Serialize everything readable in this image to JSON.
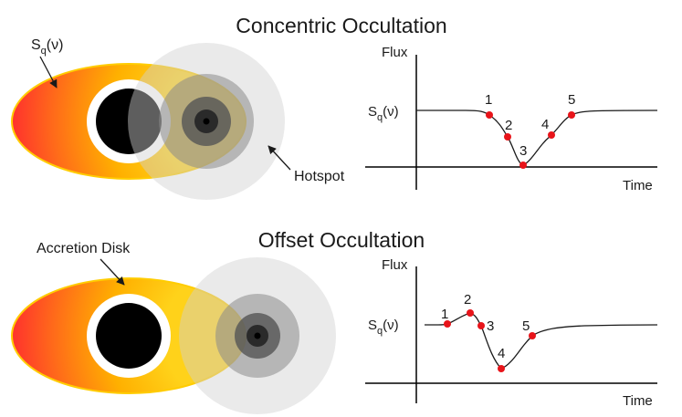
{
  "top": {
    "title": "Concentric Occultation",
    "source_label_main": "S",
    "source_label_sub": "q",
    "source_label_paren": "(ν)",
    "hotspot_label": "Hotspot",
    "plot": {
      "y_axis_label": "Flux",
      "x_axis_label": "Time",
      "level_label_main": "S",
      "level_label_sub": "q",
      "level_label_paren": "(ν)",
      "points": [
        "1",
        "2",
        "3",
        "4",
        "5"
      ]
    }
  },
  "bottom": {
    "title": "Offset Occultation",
    "disk_label": "Accretion Disk",
    "plot": {
      "y_axis_label": "Flux",
      "x_axis_label": "Time",
      "level_label_main": "S",
      "level_label_sub": "q",
      "level_label_paren": "(ν)",
      "points": [
        "1",
        "2",
        "3",
        "4",
        "5"
      ]
    }
  },
  "colors": {
    "disk_inner": "#ffd21a",
    "disk_outer": "#ff2e2e",
    "disk_rim": "#ffcc00",
    "point": "#e8141a",
    "hole": "#000000"
  }
}
